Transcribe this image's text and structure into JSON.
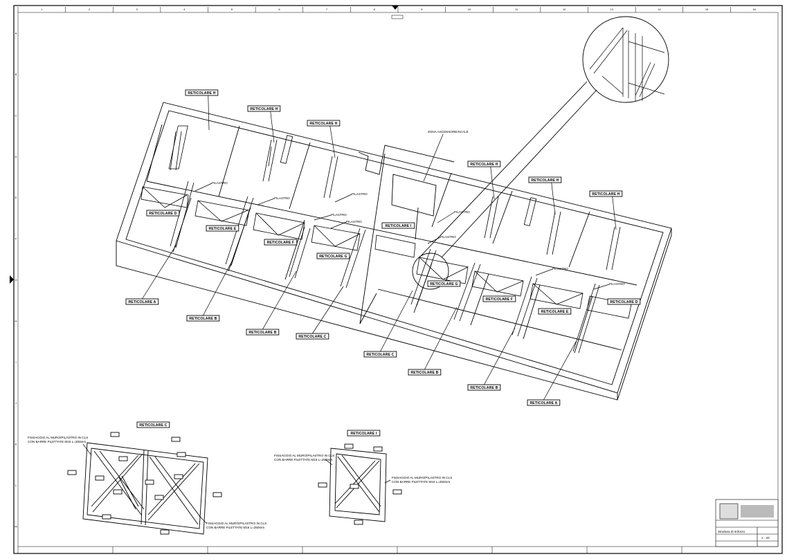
{
  "sheet": {
    "title": "Struttura di rinforzo",
    "top_columns": [
      "1",
      "2",
      "3",
      "4",
      "5",
      "6",
      "7",
      "8",
      "9",
      "10",
      "11",
      "12",
      "13",
      "14",
      "15",
      "16"
    ],
    "side_rows": [
      "A",
      "B",
      "C",
      "D",
      "E",
      "F",
      "G",
      "H",
      "I",
      "J",
      "K",
      "L",
      "M"
    ]
  },
  "plan": {
    "labels_top": [
      "RETICOLARE H",
      "RETICOLARE H",
      "RETICOLARE H",
      "RETICOLARE H",
      "RETICOLARE H",
      "RETICOLARE H"
    ],
    "zona": "ZONA ASCENSORE/SCALE",
    "pilastro": "PILASTRO",
    "labels_mid": [
      "RETICOLARE D",
      "RETICOLARE E",
      "RETICOLARE F",
      "RETICOLARE G",
      "RETICOLARE I",
      "RETICOLARE G",
      "RETICOLARE F",
      "RETICOLARE E",
      "RETICOLARE D"
    ],
    "labels_bottom_left": [
      "RETICOLARE A",
      "RETICOLARE B",
      "RETICOLARE B",
      "RETICOLARE C"
    ],
    "labels_bottom_right": [
      "RETICOLARE C",
      "RETICOLARE B",
      "RETICOLARE B",
      "RETICOLARE A"
    ]
  },
  "detail_c": {
    "title": "RETICOLARE C",
    "note_top": [
      "FISSAGGIO AL MURO/PILASTRO IN CLS",
      "CON BARRE FILETTATE M16 L=250mm"
    ],
    "note_bottom": [
      "FISSAGGIO AL MURO/PILASTRO IN CLS",
      "CON BARRE FILETTATE M16 L=250mm"
    ]
  },
  "detail_i": {
    "title": "RETICOLARE I",
    "note_left": [
      "FISSAGGIO AL MURO/PILASTRO IN CLS",
      "CON BARRE FILETTATE M16 L=250mm"
    ],
    "note_right": [
      "FISSAGGIO AL MURO/PILASTRO IN CLS",
      "CON BARRE FILETTATE M16 L=250mm"
    ]
  },
  "title_block": {
    "project": "Struttura di rinforzo",
    "scale": "1 : 20"
  }
}
